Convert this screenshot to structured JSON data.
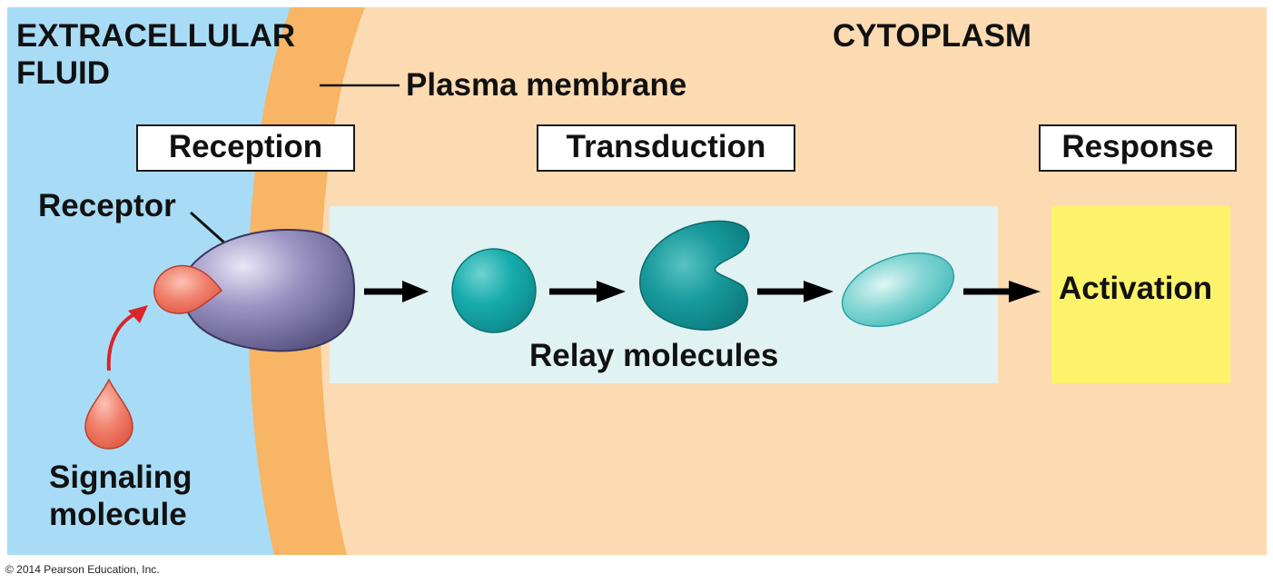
{
  "regions": {
    "extracellular_line1": "EXTRACELLULAR",
    "extracellular_line2": "FLUID",
    "cytoplasm": "CYTOPLASM"
  },
  "membrane_label": "Plasma membrane",
  "stages": {
    "reception": "Reception",
    "transduction": "Transduction",
    "response": "Response"
  },
  "labels": {
    "receptor": "Receptor",
    "relay": "Relay molecules",
    "activation": "Activation",
    "signaling_line1": "Signaling",
    "signaling_line2": "molecule"
  },
  "credit": "© 2014 Pearson Education, Inc.",
  "colors": {
    "extracellular": "#a8dcf6",
    "membrane": "#f7b565",
    "cytoplasm": "#fddbb2",
    "transduction_panel": "#e1f2f2",
    "response_panel": "#fdf36b",
    "receptor": "#7a739e",
    "relay": "#15a7a8",
    "signal": "#ee6b5a"
  }
}
